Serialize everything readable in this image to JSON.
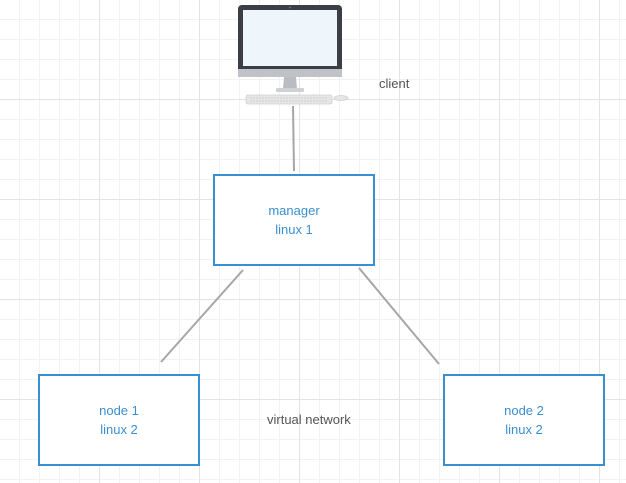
{
  "colors": {
    "box_border": "#3a8fd0",
    "box_text": "#3a8fd0",
    "connector": "#a6a6a6",
    "label_text": "#555555"
  },
  "nodes": {
    "client": {
      "label": "client",
      "icon": "desktop-computer-icon"
    },
    "manager": {
      "line1": "manager",
      "line2": "linux 1"
    },
    "node1": {
      "line1": "node 1",
      "line2": "linux 2"
    },
    "node2": {
      "line1": "node 2",
      "line2": "linux 2"
    }
  },
  "network_label": "virtual network",
  "edges": [
    {
      "from": "client",
      "to": "manager"
    },
    {
      "from": "manager",
      "to": "node1"
    },
    {
      "from": "manager",
      "to": "node2"
    }
  ]
}
